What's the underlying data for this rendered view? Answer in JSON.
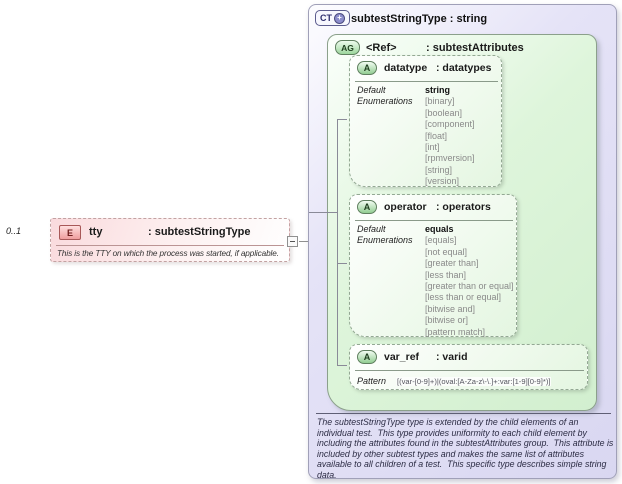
{
  "element": {
    "cardinality": "0..1",
    "badge": "E",
    "name": "tty",
    "type": ": subtestStringType",
    "annotation": "This is the TTY on which the process was started, if applicable."
  },
  "ct": {
    "badge": "CT",
    "expand_icon": "+",
    "title": "subtestStringType : string",
    "ag": {
      "badge": "AG",
      "ref": "<Ref>",
      "type": ": subtestAttributes",
      "attributes": [
        {
          "badge": "A",
          "name": "datatype",
          "type": ": datatypes",
          "default_label": "Default",
          "default_value": "string",
          "enum_label": "Enumerations",
          "enums": [
            "[binary]",
            "[boolean]",
            "[component]",
            "[float]",
            "[int]",
            "[rpmversion]",
            "[string]",
            "[version]"
          ]
        },
        {
          "badge": "A",
          "name": "operator",
          "type": ": operators",
          "default_label": "Default",
          "default_value": "equals",
          "enum_label": "Enumerations",
          "enums": [
            "[equals]",
            "[not equal]",
            "[greater than]",
            "[less than]",
            "[greater than or equal]",
            "[less than or equal]",
            "[bitwise and]",
            "[bitwise or]",
            "[pattern match]"
          ]
        },
        {
          "badge": "A",
          "name": "var_ref",
          "type": ": varid",
          "pattern_label": "Pattern",
          "pattern_value": "[(var-[0-9]+)|(oval:[A-Za-z\\-\\.]+:var:[1-9][0-9]*)]"
        }
      ]
    },
    "description": "The subtestStringType type is extended by the child elements of an individual test.  This type provides uniformity to each child element by including the attributes found in the subtestAttributes group.  This attribute is included by other subtest types and makes the same list of attributes available to all children of a test.  This specific type describes simple string data."
  }
}
